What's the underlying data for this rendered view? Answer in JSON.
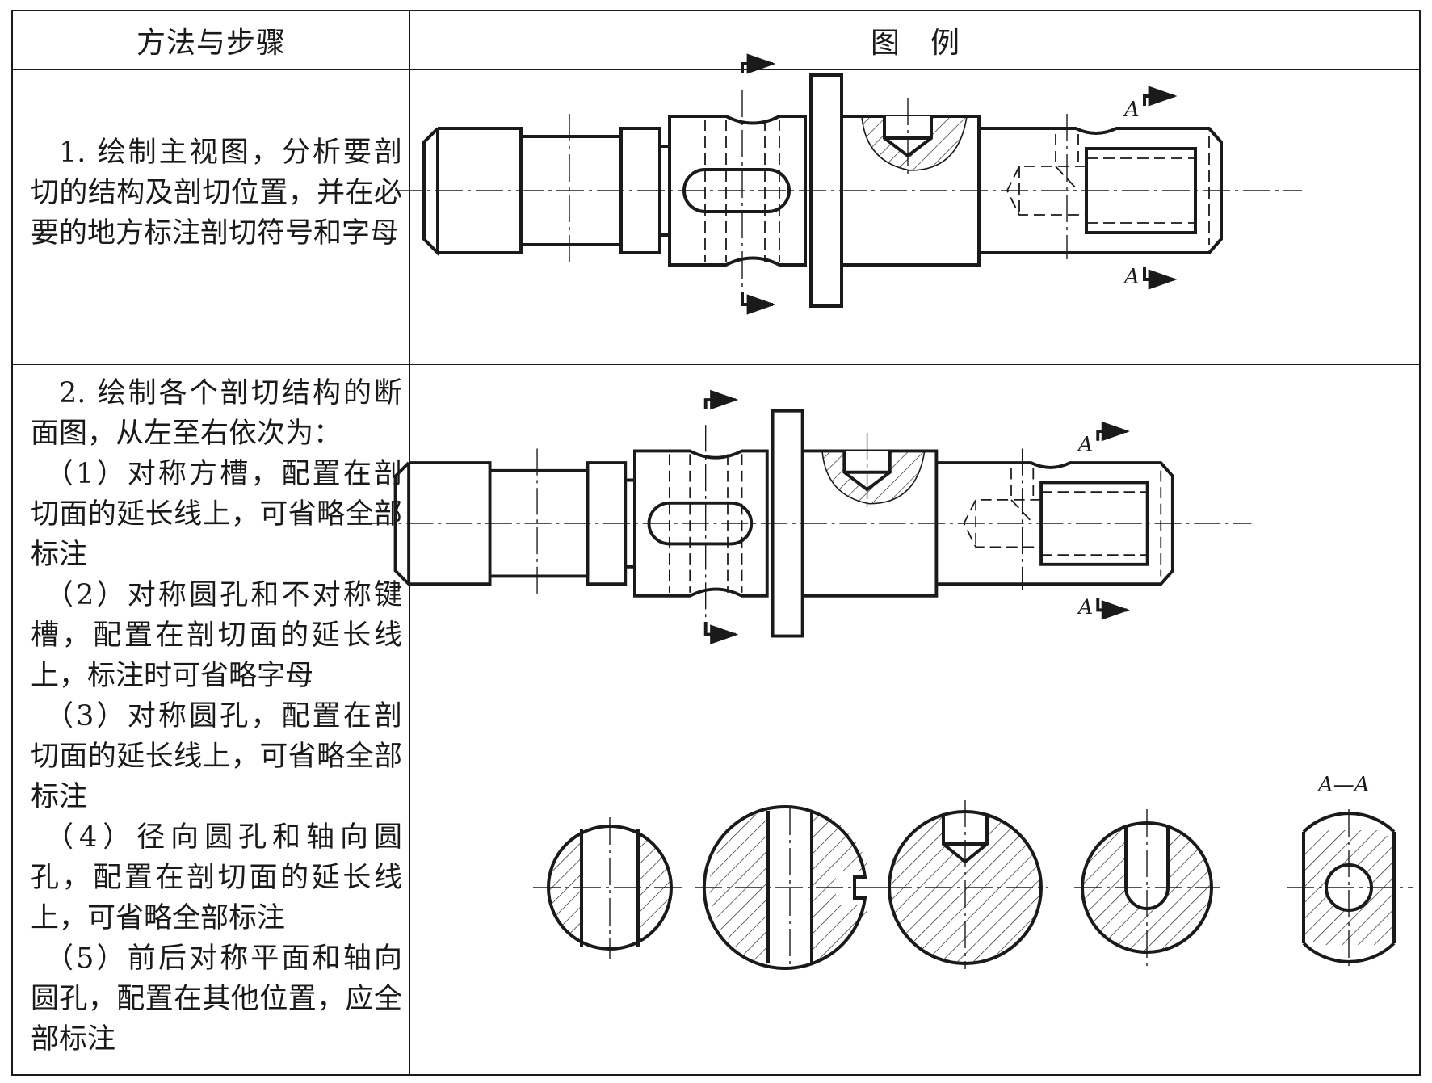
{
  "header": {
    "col1": "方法与步骤",
    "col2": "图　例"
  },
  "step1": {
    "text": "1. 绘制主视图，分析要剖切的结构及剖切位置，并在必要的地方标注剖切符号和字母"
  },
  "step2": {
    "intro": "2. 绘制各个剖切结构的断面图，从左至右依次为：",
    "items": [
      "（1）对称方槽，配置在剖切面的延长线上，可省略全部标注",
      "（2）对称圆孔和不对称键槽，配置在剖切面的延长线上，标注时可省略字母",
      "（3）对称圆孔，配置在剖切面的延长线上，可省略全部标注",
      "（4）径向圆孔和轴向圆孔，配置在剖切面的延长线上，可省略全部标注",
      "（5）前后对称平面和轴向圆孔，配置在其他位置，应全部标注"
    ]
  },
  "labels": {
    "cut": "A",
    "section": "A—A"
  }
}
